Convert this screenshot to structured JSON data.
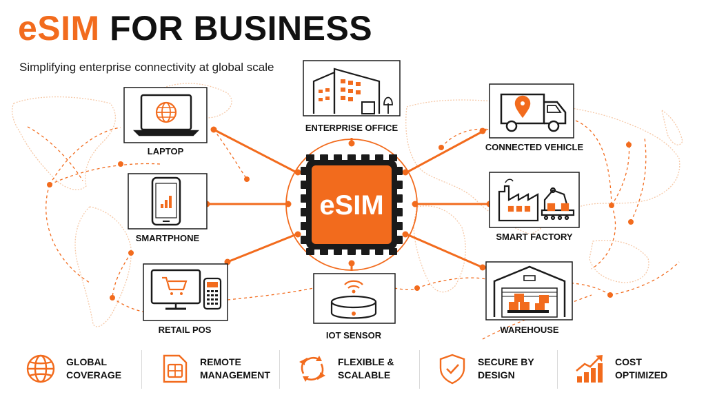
{
  "header": {
    "title_accent": "eSIM",
    "title_rest": "FOR BUSINESS",
    "subtitle": "Simplifying enterprise connectivity at global scale"
  },
  "hub": {
    "label": "eSIM"
  },
  "nodes": {
    "laptop": "LAPTOP",
    "enterprise_office": "ENTERPRISE OFFICE",
    "connected_vehicle": "CONNECTED VEHICLE",
    "smartphone": "SMARTPHONE",
    "smart_factory": "SMART FACTORY",
    "retail_pos": "RETAIL POS",
    "iot_sensor": "IOT SENSOR",
    "warehouse": "WAREHOUSE"
  },
  "features": [
    {
      "icon": "globe-icon",
      "line1": "GLOBAL",
      "line2": "COVERAGE"
    },
    {
      "icon": "sim-card-icon",
      "line1": "REMOTE",
      "line2": "MANAGEMENT"
    },
    {
      "icon": "refresh-arrows-icon",
      "line1": "FLEXIBLE &",
      "line2": "SCALABLE"
    },
    {
      "icon": "shield-check-icon",
      "line1": "SECURE BY",
      "line2": "DESIGN"
    },
    {
      "icon": "growth-chart-icon",
      "line1": "COST",
      "line2": "OPTIMIZED"
    }
  ],
  "colors": {
    "accent": "#f26b1d",
    "dark": "#111111",
    "map": "#f6c9a8"
  }
}
